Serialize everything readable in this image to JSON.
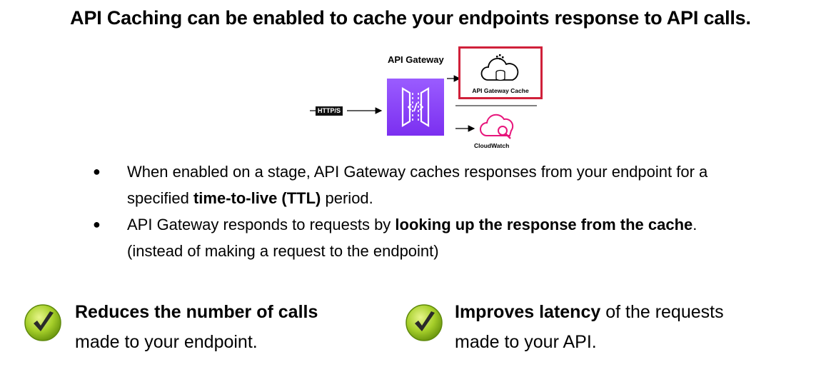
{
  "title": "API Caching can be enabled to cache your endpoints response to API calls.",
  "diagram": {
    "gateway_label": "API Gateway",
    "http_badge": "HTTP/S",
    "cache_label": "API Gateway Cache",
    "cloudwatch_label": "CloudWatch",
    "gateway_color": "#8c4fff",
    "highlight_color": "#d0203a",
    "cloudwatch_color": "#e7157b"
  },
  "bullets": [
    {
      "before": "When enabled on a stage, API Gateway caches responses from your endpoint for a specified ",
      "bold": "time-to-live (TTL)",
      "after": " period."
    },
    {
      "before": "API Gateway responds to requests by ",
      "bold": "looking up the response from the cache",
      "after": ". (instead of making a request to the endpoint)"
    }
  ],
  "benefits": [
    {
      "bold": "Reduces the number of calls",
      "rest": "made to your endpoint.",
      "icon": "checkmark-icon"
    },
    {
      "bold": "Improves latency",
      "rest_inline": " of the requests",
      "rest": "made to your API.",
      "icon": "checkmark-icon"
    }
  ]
}
